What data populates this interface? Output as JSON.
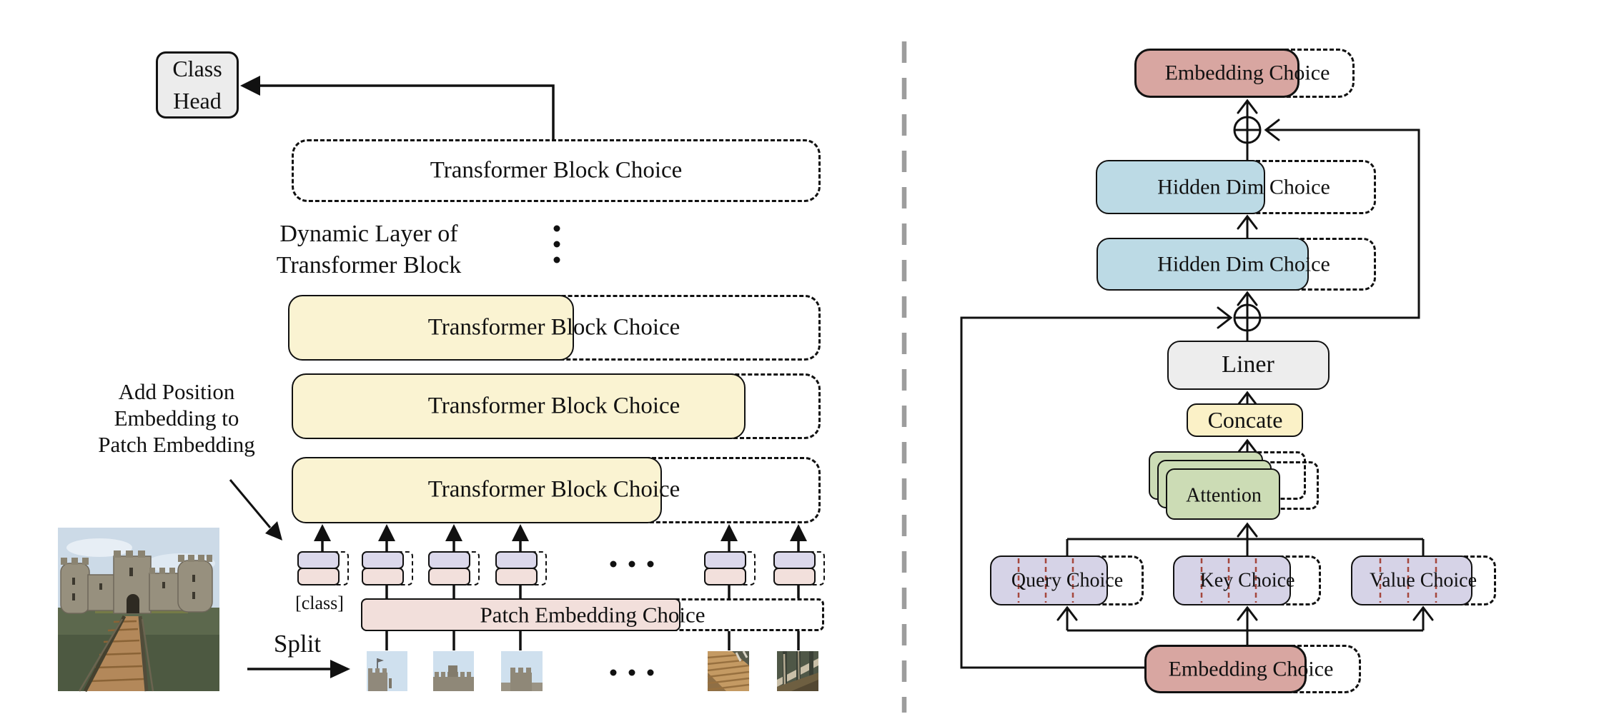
{
  "figure": {
    "left_panel": {
      "class_head": "Class\nHead",
      "transformer_block_choice": "Transformer Block Choice",
      "dynamic_layer_caption": "Dynamic Layer of\nTransformer Block",
      "add_position_caption": "Add Position\nEmbedding to\nPatch Embedding",
      "class_token_label": "[class]",
      "patch_embedding_choice": "Patch Embedding Choice",
      "split_label": "Split"
    },
    "right_panel": {
      "embedding_choice_top": "Embedding Choice",
      "hidden_dim_choice_1": "Hidden Dim Choice",
      "hidden_dim_choice_2": "Hidden Dim Choice",
      "liner": "Liner",
      "concate": "Concate",
      "attention": "Attention",
      "query_choice": "Query Choice",
      "key_choice": "Key Choice",
      "value_choice": "Value Choice",
      "embedding_choice_bottom": "Embedding Choice"
    },
    "colors": {
      "class_head_fill": "#ECECEC",
      "block_yellow": "#FAF3D2",
      "patch_bar_pink": "#F2DFDB",
      "token_top_lavender": "#DBD8EB",
      "token_bottom_pink": "#F2E0DC",
      "embedding_rose": "#D8A6A1",
      "hidden_dim_blue": "#BCDAE5",
      "liner_gray": "#EDEDED",
      "concate_yellow": "#FBF1C7",
      "attention_green": "#CCDCB5",
      "qkv_lavender": "#D6D3E7",
      "qkv_slice_red": "#A5473D",
      "line_black": "#111111",
      "separator_gray": "#9D9D9D"
    }
  }
}
